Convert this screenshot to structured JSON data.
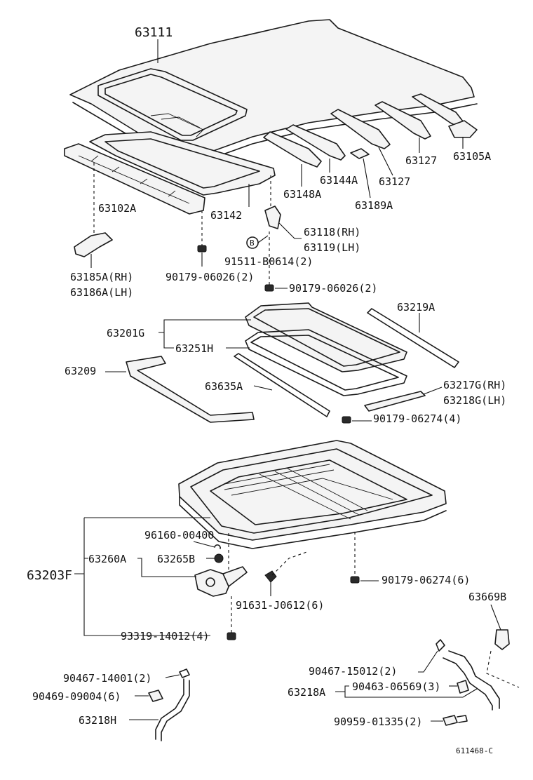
{
  "labels": {
    "p63111": "63111",
    "p63105A": "63105A",
    "p63127a": "63127",
    "p63127b": "63127",
    "p63144A": "63144A",
    "p63148A": "63148A",
    "p63189A": "63189A",
    "p63102A": "63102A",
    "p63142": "63142",
    "p63118": "63118(RH)",
    "p63119": "63119(LH)",
    "p91511": "91511-B0614(2)",
    "p63185A": "63185A(RH)",
    "p63186A": "63186A(LH)",
    "p90179_a": "90179-06026(2)",
    "p90179_b": "90179-06026(2)",
    "p63219A": "63219A",
    "p63201G": "63201G",
    "p63251H": "63251H",
    "p63209": "63209",
    "p63635A": "63635A",
    "p63217G": "63217G(RH)",
    "p63218G": "63218G(LH)",
    "p90179_c": "90179-06274(4)",
    "p96160": "96160-00400",
    "p63260A": "63260A",
    "p63265B": "63265B",
    "p63203F": "63203F",
    "p90179_d": "90179-06274(6)",
    "p91631": "91631-J0612(6)",
    "p93319": "93319-14012(4)",
    "p63669B": "63669B",
    "p90467_a": "90467-14001(2)",
    "p90469": "90469-09004(6)",
    "p63218H": "63218H",
    "p90467_b": "90467-15012(2)",
    "p63218A": "63218A",
    "p90463": "90463-06569(3)",
    "p90959": "90959-01335(2)",
    "badge_b": "B",
    "ref_code": "611468-C"
  }
}
